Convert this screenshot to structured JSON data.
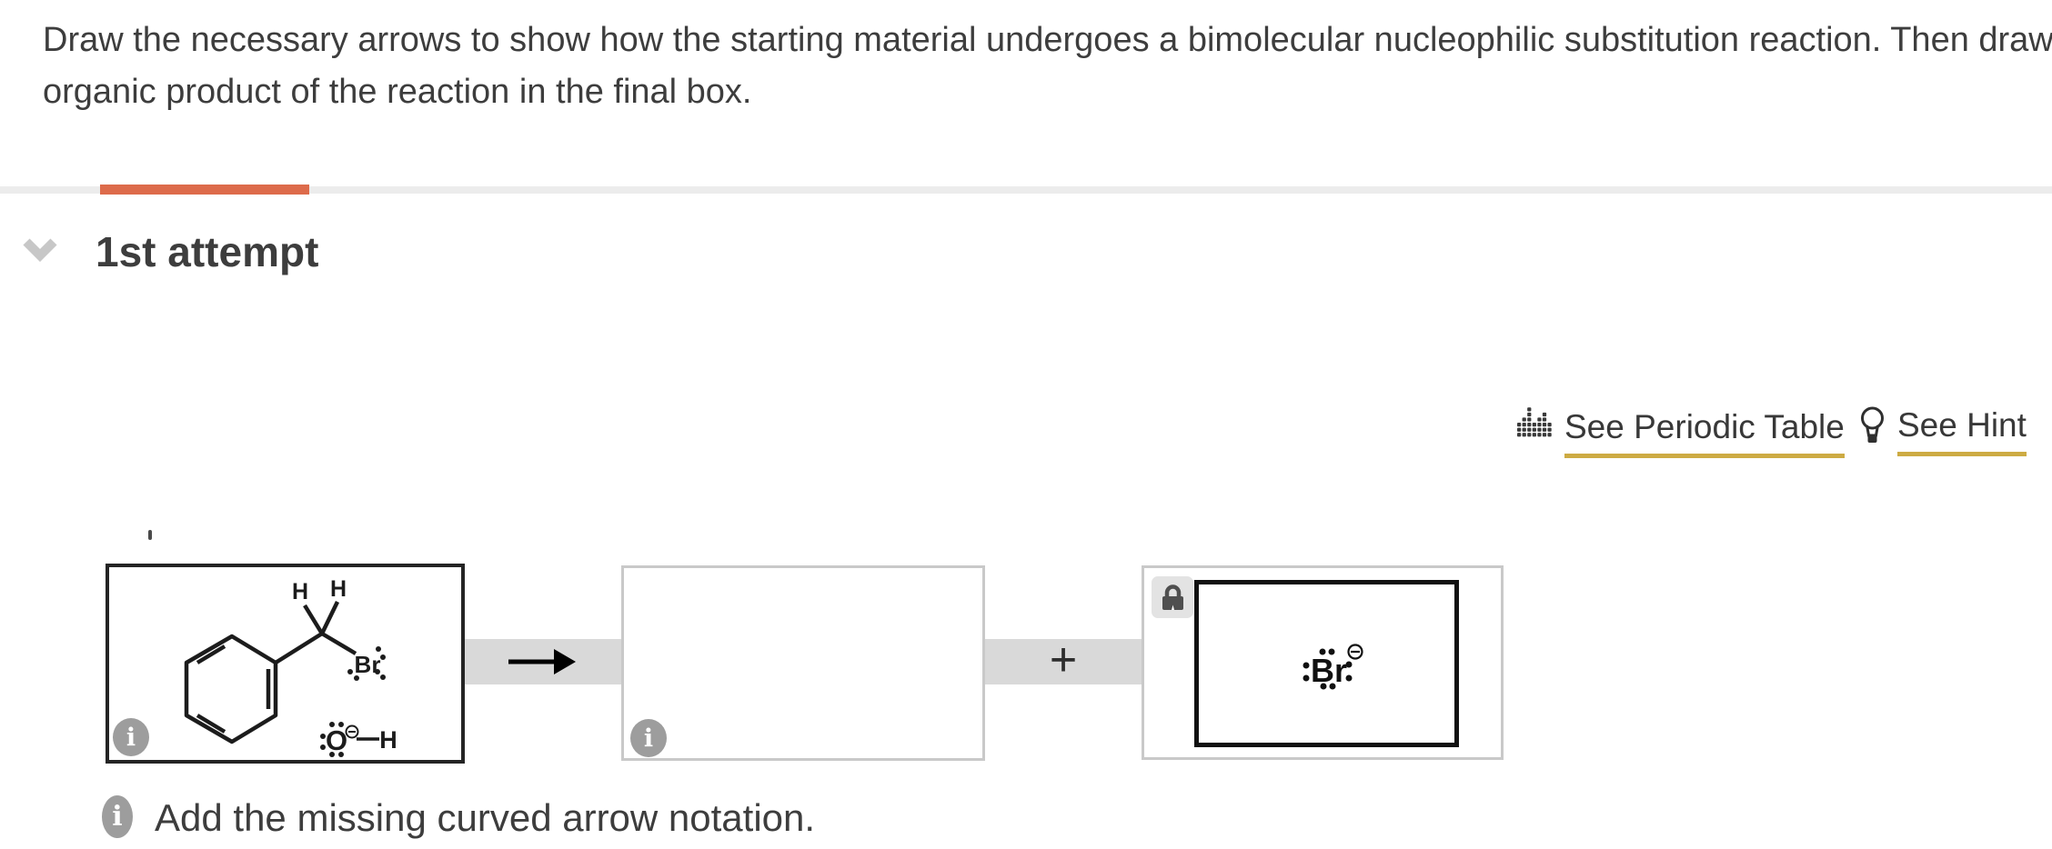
{
  "question": {
    "lines": [
      "Draw the necessary arrows to show how the starting material undergoes a bimolecular nucleophilic substitution reaction. Then draw the major",
      "organic product of the reaction in the final box."
    ]
  },
  "progress": {
    "track_color": "#ececec",
    "fill_color": "#dd6b4b",
    "fill_percent": 10
  },
  "attempt": {
    "label": "1st attempt",
    "collapsed": false
  },
  "toolbar": {
    "periodic_table_label": "See Periodic Table",
    "hint_label": "See Hint",
    "underline_color": "#cdab43"
  },
  "reaction": {
    "starting_material": {
      "description": "benzyl bromide with hydroxide nucleophile",
      "labels": {
        "h_left": "H",
        "h_right": "H",
        "halide": "Br",
        "nucleophile_o": "O",
        "nucleophile_h": "H"
      },
      "nucleophile_charge": "−",
      "halide_lone_pairs": 3,
      "nucleophile_lone_pairs": 3
    },
    "arrow": "reaction-arrow",
    "product_box": {
      "state": "empty"
    },
    "plus": "+",
    "reagent_box": {
      "locked": true,
      "ion": {
        "symbol": "Br",
        "charge": "−",
        "lone_pairs": 4
      }
    }
  },
  "note": {
    "text": "Add the missing curved arrow notation."
  }
}
